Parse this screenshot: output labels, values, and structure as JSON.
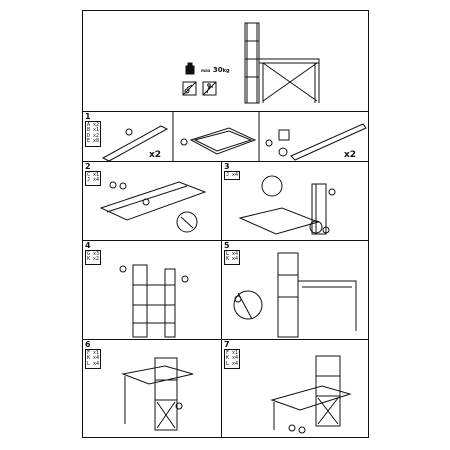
{
  "manual": {
    "cover": {
      "weight_limit": "30",
      "icons": [
        "weight-icon",
        "no-rolling-icon",
        "no-sitting-icon"
      ]
    },
    "steps": [
      {
        "number": "1",
        "parts": [
          "A x2",
          "B x1",
          "D x2",
          "E x8"
        ],
        "callouts": {
          "a": "x2",
          "c": "x2"
        }
      },
      {
        "number": "2",
        "parts": [
          "C x1",
          "J x4"
        ]
      },
      {
        "number": "3",
        "parts": [
          "J x4"
        ]
      },
      {
        "number": "4",
        "parts": [
          "G x3",
          "K x2"
        ]
      },
      {
        "number": "5",
        "parts": [
          "L x4",
          "K x4"
        ]
      },
      {
        "number": "6",
        "parts": [
          "F x1",
          "K x4",
          "L x4"
        ]
      },
      {
        "number": "7",
        "parts": [
          "F x1",
          "K x4",
          "L x4"
        ]
      }
    ]
  }
}
